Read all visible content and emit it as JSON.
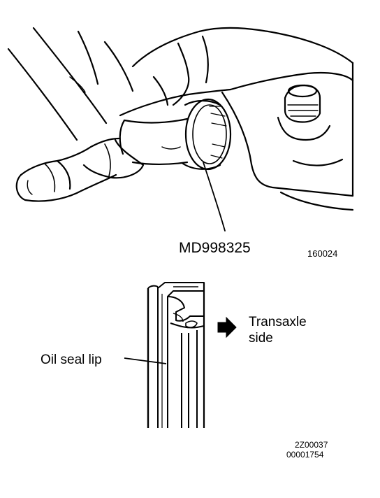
{
  "figure_top": {
    "tool_label": "MD998325",
    "figure_id": "160024"
  },
  "figure_bottom": {
    "lip_label": "Oil seal lip",
    "side_label_line1": "Transaxle",
    "side_label_line2": "side",
    "code_line1": "2Z00037",
    "code_line2": "00001754"
  }
}
